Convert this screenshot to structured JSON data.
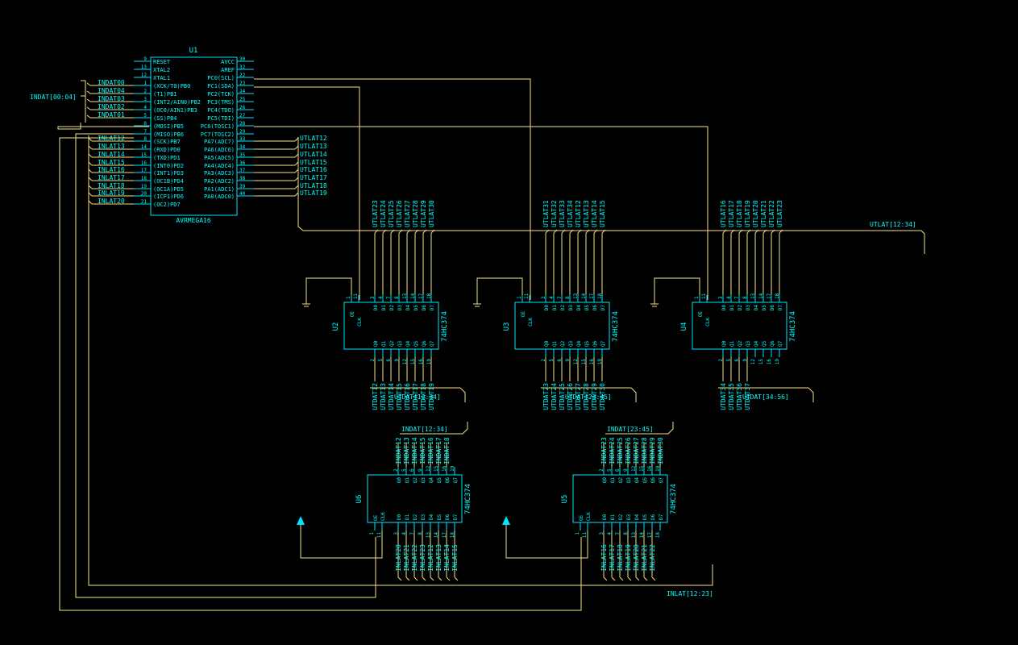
{
  "u1": {
    "ref": "U1",
    "part": "AVRMEGA16",
    "left_pins": [
      {
        "num": "9",
        "name": "RESET"
      },
      {
        "num": "13",
        "name": "XTAL2"
      },
      {
        "num": "12",
        "name": "XTAL1"
      },
      {
        "num": "1",
        "name": "(XCK/T0)PB0"
      },
      {
        "num": "2",
        "name": "(T1)PB1"
      },
      {
        "num": "3",
        "name": "(INT2/AIN0)PB2"
      },
      {
        "num": "4",
        "name": "(OC0/AIN1)PB3"
      },
      {
        "num": "5",
        "name": "(SS)PB4"
      },
      {
        "num": "6",
        "name": "(MOSI)PB5"
      },
      {
        "num": "7",
        "name": "(MISO)PB6"
      },
      {
        "num": "8",
        "name": "(SCK)PB7"
      },
      {
        "num": "14",
        "name": "(RXD)PD0"
      },
      {
        "num": "15",
        "name": "(TXD)PD1"
      },
      {
        "num": "16",
        "name": "(INT0)PD2"
      },
      {
        "num": "17",
        "name": "(INT1)PD3"
      },
      {
        "num": "18",
        "name": "(OC1B)PD4"
      },
      {
        "num": "19",
        "name": "(OC1A)PD5"
      },
      {
        "num": "20",
        "name": "(ICP1)PD6"
      },
      {
        "num": "21",
        "name": "(OC2)PD7"
      }
    ],
    "right_pins": [
      {
        "num": "30",
        "name": "AVCC"
      },
      {
        "num": "32",
        "name": "AREF"
      },
      {
        "num": "22",
        "name": "PC0(SCL)"
      },
      {
        "num": "23",
        "name": "PC1(SDA)"
      },
      {
        "num": "24",
        "name": "PC2(TCK)"
      },
      {
        "num": "25",
        "name": "PC3(TMS)"
      },
      {
        "num": "26",
        "name": "PC4(TDO)"
      },
      {
        "num": "27",
        "name": "PC5(TDI)"
      },
      {
        "num": "28",
        "name": "PC6(TOSC1)"
      },
      {
        "num": "29",
        "name": "PC7(TOSC2)"
      },
      {
        "num": "33",
        "name": "PA7(ADC7)"
      },
      {
        "num": "34",
        "name": "PA6(ADC6)"
      },
      {
        "num": "35",
        "name": "PA5(ADC5)"
      },
      {
        "num": "36",
        "name": "PA4(ADC4)"
      },
      {
        "num": "37",
        "name": "PA3(ADC3)"
      },
      {
        "num": "38",
        "name": "PA2(ADC2)"
      },
      {
        "num": "39",
        "name": "PA1(ADC1)"
      },
      {
        "num": "40",
        "name": "PA0(ADC0)"
      }
    ]
  },
  "indat_bus_label": "INDAT[00:04]",
  "indat_nets": [
    "INDAT00",
    "INDAT04",
    "INDAT03",
    "INDAT02",
    "INDAT01"
  ],
  "inlat_nets": [
    "INLAT12",
    "INLAT13",
    "INLAT14",
    "INLAT15",
    "INLAT16",
    "INLAT17",
    "INLAT18",
    "INLAT19",
    "INLAT20"
  ],
  "utlat_nets_u1": [
    "UTLAT12",
    "UTLAT13",
    "UTLAT14",
    "UTLAT15",
    "UTLAT16",
    "UTLAT17",
    "UTLAT18",
    "UTLAT19"
  ],
  "utlat_bus_label": "UTLAT[12:34]",
  "inlat_bus_label": "INLAT[12:23]",
  "latches_top": [
    {
      "ref": "U2",
      "part": "74HC374",
      "d_nets": [
        "UTLAT23",
        "UTLAT24",
        "UTLAT25",
        "UTLAT26",
        "UTLAT27",
        "UTLAT28",
        "UTLAT29",
        "UTLAT30"
      ],
      "q_nets": [
        "UTDAT12",
        "UTDAT13",
        "UTDAT14",
        "UTDAT15",
        "UTDAT16",
        "UTDAT17",
        "UTDAT18",
        "UTDAT19"
      ],
      "bus": "UTDAT[12:34]"
    },
    {
      "ref": "U3",
      "part": "74HC374",
      "d_nets": [
        "UTLAT31",
        "UTLAT32",
        "UTLAT33",
        "UTLAT34",
        "UTLAT12",
        "UTLAT13",
        "UTLAT14",
        "UTLAT15"
      ],
      "q_nets": [
        "UTDAT23",
        "UTDAT24",
        "UTDAT25",
        "UTDAT26",
        "UTDAT27",
        "UTDAT28",
        "UTDAT29",
        "UTDAT30"
      ],
      "bus": "UTDAT[23:45]"
    },
    {
      "ref": "U4",
      "part": "74HC374",
      "d_nets": [
        "UTLAT16",
        "UTLAT17",
        "UTLAT18",
        "UTLAT19",
        "UTLAT20",
        "UTLAT21",
        "UTLAT22",
        "UTLAT23"
      ],
      "q_nets": [
        "UTDAT34",
        "UTDAT35",
        "UTDAT36",
        "UTDAT37",
        "",
        "",
        "",
        ""
      ],
      "bus": "UTDAT[34:56]"
    }
  ],
  "latches_bottom": [
    {
      "ref": "U6",
      "part": "74HC374",
      "q_nets": [
        "INDAT12",
        "INDAT13",
        "INDAT14",
        "INDAT15",
        "INDAT16",
        "INDAT17",
        "INDAT18",
        ""
      ],
      "d_nets": [
        "INLAT20",
        "INLAT21",
        "INLAT22",
        "INLAT23",
        "INLAT12",
        "INLAT13",
        "INLAT14",
        "INLAT15"
      ],
      "bus": "INDAT[12:34]"
    },
    {
      "ref": "U5",
      "part": "74HC374",
      "q_nets": [
        "INDAT23",
        "INDAT24",
        "INDAT25",
        "INDAT26",
        "INDAT27",
        "INDAT28",
        "INDAT29",
        "INDAT30"
      ],
      "d_nets": [
        "INLAT16",
        "INLAT17",
        "INLAT18",
        "INLAT19",
        "INLAT20",
        "INLAT21",
        "INLAT22",
        ""
      ],
      "bus": "INDAT[23:45]"
    }
  ],
  "latch_pins": {
    "top_d": [
      "3",
      "4",
      "7",
      "8",
      "13",
      "14",
      "17",
      "18"
    ],
    "bottom_q": [
      "2",
      "5",
      "6",
      "9",
      "12",
      "15",
      "16",
      "19"
    ],
    "d_names": [
      "D0",
      "D1",
      "D2",
      "D3",
      "D4",
      "D5",
      "D6",
      "D7"
    ],
    "q_names": [
      "Q0",
      "Q1",
      "Q2",
      "Q3",
      "Q4",
      "Q5",
      "Q6",
      "Q7"
    ],
    "oe": "OE",
    "clk": "CLK",
    "oe_num": "1",
    "clk_num": "11"
  }
}
